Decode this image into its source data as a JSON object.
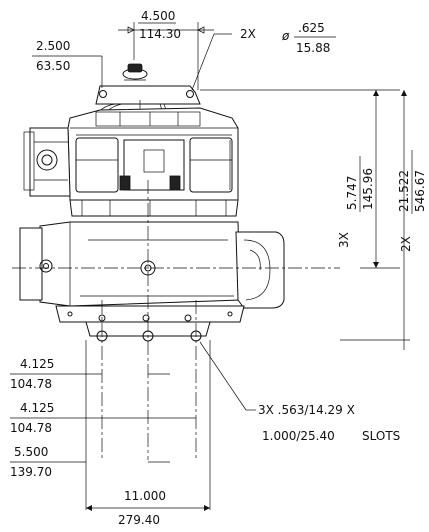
{
  "dims": {
    "top_width_in": "4.500",
    "top_width_mm": "114.30",
    "left_offset_in": "2.500",
    "left_offset_mm": "63.50",
    "hole_qty": "2X",
    "hole_symbol": "ø",
    "hole_dia_in": ".625",
    "hole_dia_mm": "15.88",
    "shaft_height_in": "5.747",
    "shaft_height_mm": "145.96",
    "shaft_qty": "3X",
    "overall_qty": "2X",
    "overall_height_in": "21.522",
    "overall_height_mm": "546.67",
    "base1_in": "4.125",
    "base1_mm": "104.78",
    "base2_in": "4.125",
    "base2_mm": "104.78",
    "base3_in": "5.500",
    "base3_mm": "139.70",
    "base_width_in": "11.000",
    "base_width_mm": "279.40",
    "slots_line1": "3X .563/14.29 X",
    "slots_line2": "1.000/25.40",
    "slots_word": "SLOTS"
  }
}
